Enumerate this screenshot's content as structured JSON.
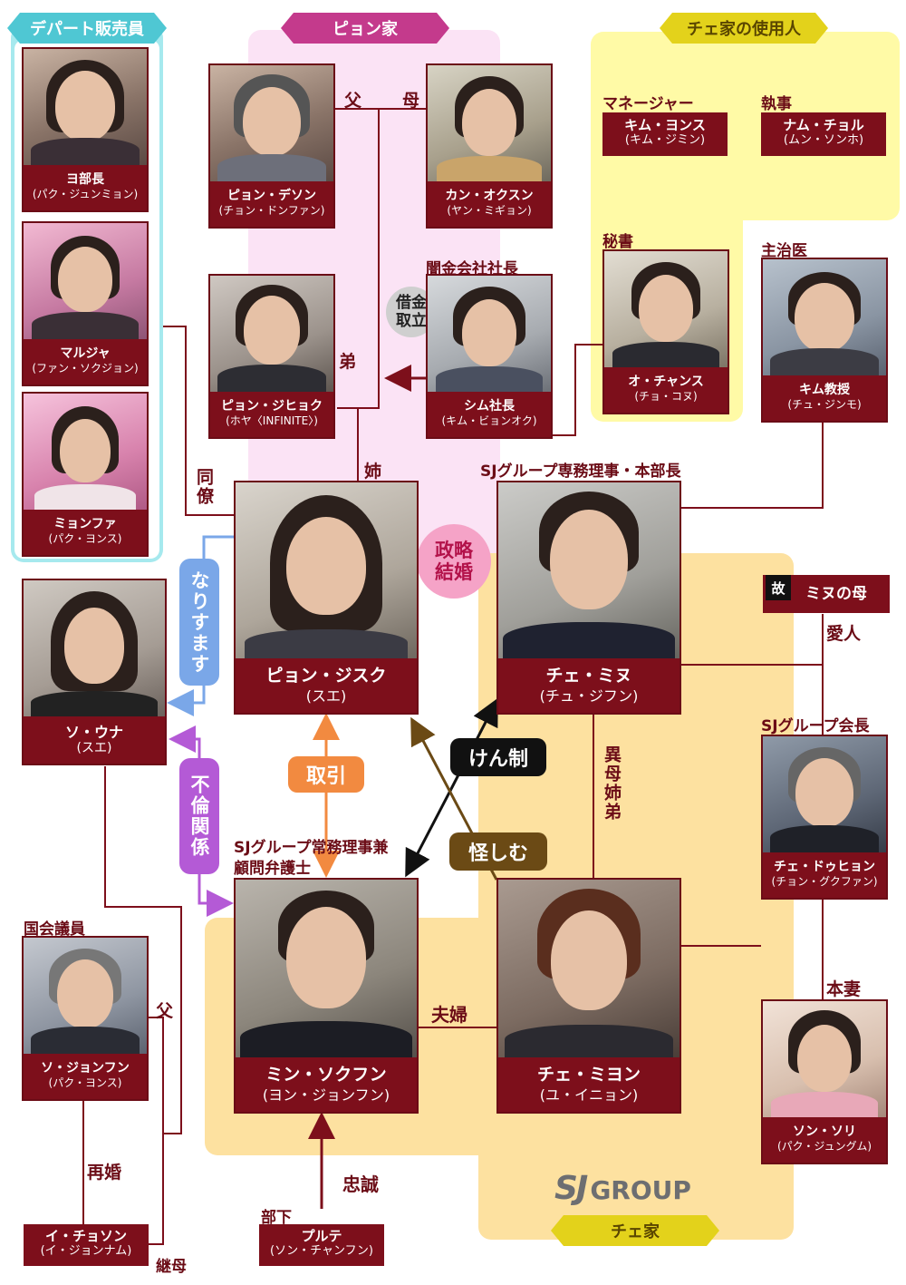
{
  "groups": {
    "department_store": "デパート販売員",
    "pyon_family": "ピョン家",
    "choi_staff": "チェ家の使用人",
    "choi_family": "チェ家"
  },
  "people": {
    "yo": {
      "name": "ヨ部長",
      "actor": "(パク・ジュンミョン)"
    },
    "malja": {
      "name": "マルジャ",
      "actor": "(ファン・ソクジョン)"
    },
    "myonghwa": {
      "name": "ミョンファ",
      "actor": "(パク・ヨンス)"
    },
    "deson": {
      "name": "ピョン・デソン",
      "actor": "(チョン・ドンファン)"
    },
    "okusun": {
      "name": "カン・オクスン",
      "actor": "(ヤン・ミギョン)"
    },
    "jihyok": {
      "name": "ピョン・ジヒョク",
      "actor": "(ホヤ〈INFINITE〉)"
    },
    "shim": {
      "name": "シム社長",
      "actor": "(キム・ビョンオク)"
    },
    "yongsu": {
      "name": "キム・ヨンス",
      "actor": "(キム・ジミン)"
    },
    "nam": {
      "name": "ナム・チョル",
      "actor": "(ムン・ソンホ)"
    },
    "chansu": {
      "name": "オ・チャンス",
      "actor": "(チョ・コヌ)"
    },
    "prof_kim": {
      "name": "キム教授",
      "actor": "(チュ・ジンモ)"
    },
    "jisuku": {
      "name": "ピョン・ジスク",
      "actor": "(スエ)"
    },
    "una": {
      "name": "ソ・ウナ",
      "actor": "(スエ)"
    },
    "minu": {
      "name": "チェ・ミヌ",
      "actor": "(チュ・ジフン)"
    },
    "minu_mother": {
      "name": "ミヌの母"
    },
    "doohyon": {
      "name": "チェ・ドゥヒョン",
      "actor": "(チョン・グクファン)"
    },
    "sokhun": {
      "name": "ミン・ソクフン",
      "actor": "(ヨン・ジョンフン)"
    },
    "miyon": {
      "name": "チェ・ミヨン",
      "actor": "(ユ・イニョン)"
    },
    "jonghun": {
      "name": "ソ・ジョンフン",
      "actor": "(パク・ヨンス)"
    },
    "sori": {
      "name": "ソン・ソリ",
      "actor": "(パク・ジュングム)"
    },
    "choson": {
      "name": "イ・チョソン",
      "actor": "(イ・ジョンナム)"
    },
    "prute": {
      "name": "プルテ",
      "actor": "(ソン・チャンフン)"
    }
  },
  "titles": {
    "manager": "マネージャー",
    "butler": "執事",
    "secretary": "秘書",
    "doctor": "主治医",
    "loan_president": "闇金会社社長",
    "sj_director": "SJグループ専務理事・本部長",
    "sj_chairman": "SJグループ会長",
    "sj_counsel_1": "SJグループ常務理事兼",
    "sj_counsel_2": "顧問弁護士",
    "assembly": "国会議員",
    "subordinate": "部下",
    "deceased": "故"
  },
  "relations": {
    "father": "父",
    "mother": "母",
    "younger_brother": "弟",
    "older_sister": "姉",
    "colleague": "同僚",
    "loan": "借金取立",
    "political_marriage": "政略結婚",
    "impersonate": "なりすます",
    "affair": "不倫関係",
    "deal": "取引",
    "restrain": "けん制",
    "suspect": "怪しむ",
    "half_siblings": "異母姉弟",
    "lover": "愛人",
    "wife": "本妻",
    "couple": "夫婦",
    "loyalty": "忠誠",
    "father2": "父",
    "remarriage": "再婚",
    "stepmother": "継母"
  },
  "logo": {
    "brand": "SJ",
    "word": "GROUP"
  },
  "colors": {
    "card": "#7d0f1b",
    "pyon_zone": "#fbe3f5",
    "store_zone": "#a6e9ee",
    "staff_zone": "#fffaa6",
    "choi_zone": "#fde1a0",
    "impersonate": "#7aa7e8",
    "affair": "#b45ad6",
    "deal": "#f28a40",
    "suspect": "#6b4a15",
    "restrain": "#111111",
    "political": "#f5a3c7"
  }
}
